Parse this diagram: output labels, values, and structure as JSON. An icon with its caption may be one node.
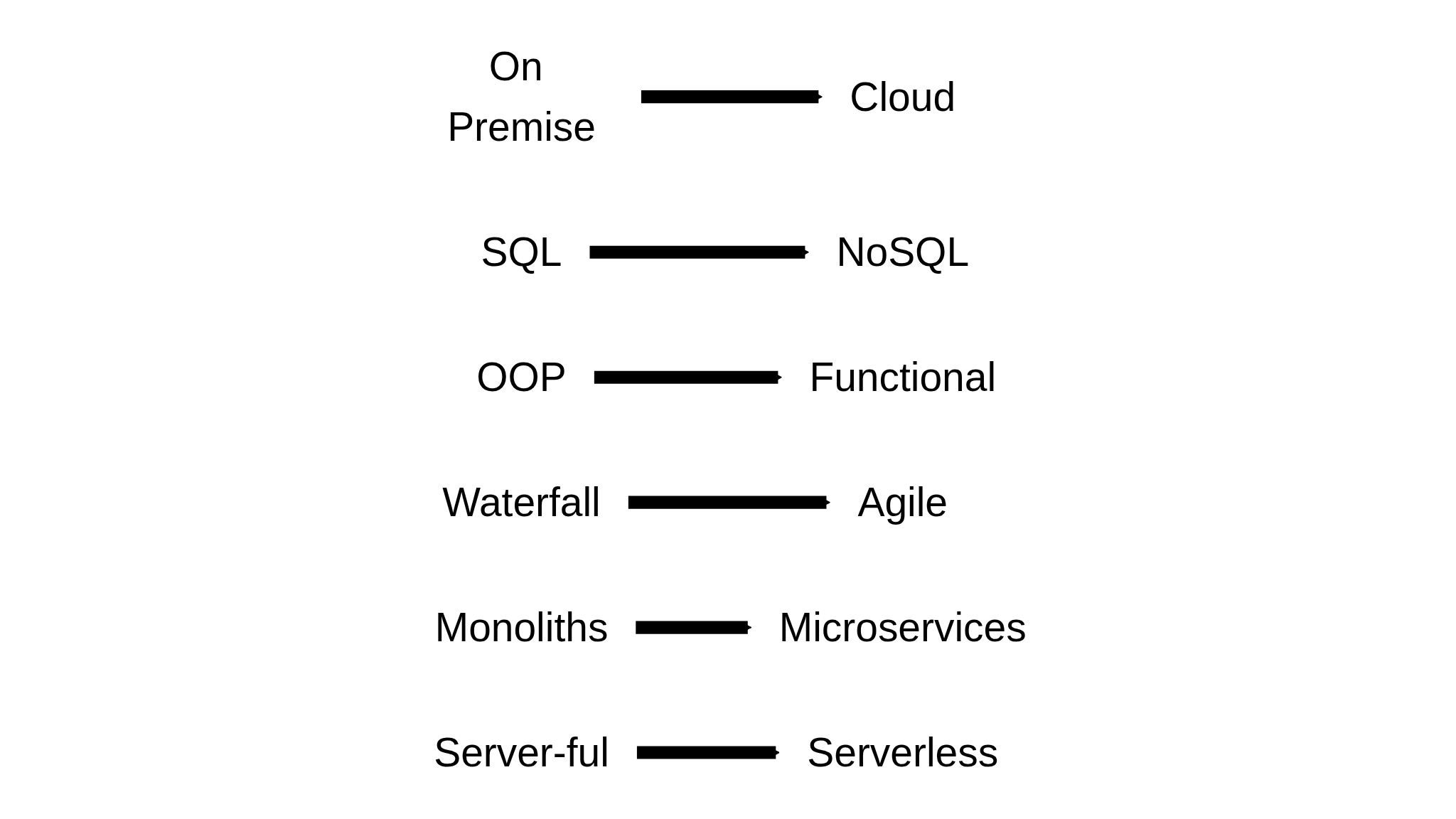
{
  "diagram": {
    "nodes": [
      {
        "text": [
          "On Premise"
        ]
      },
      {
        "text": [
          "Cloud"
        ]
      },
      {
        "text": [
          "SQL"
        ]
      },
      {
        "text": [
          "NoSQL"
        ]
      },
      {
        "text": [
          "OOP"
        ]
      },
      {
        "text": [
          "Functional"
        ]
      },
      {
        "text": [
          "Waterfall"
        ]
      },
      {
        "text": [
          "Agile"
        ]
      },
      {
        "text": [
          "Monoliths"
        ]
      },
      {
        "text": [
          "Microservices"
        ]
      },
      {
        "text": [
          "Server-ful"
        ]
      },
      {
        "text": [
          "Serverless"
        ]
      }
    ],
    "edges": [
      {
        "from": 0,
        "to": 1,
        "arrow": "to"
      },
      {
        "from": 2,
        "to": 3,
        "arrow": "to"
      },
      {
        "from": 4,
        "to": 5,
        "arrow": "to"
      },
      {
        "from": 6,
        "to": 7,
        "arrow": "to"
      },
      {
        "from": 8,
        "to": 9,
        "arrow": "to"
      },
      {
        "from": 10,
        "to": 11,
        "arrow": "to"
      }
    ]
  }
}
